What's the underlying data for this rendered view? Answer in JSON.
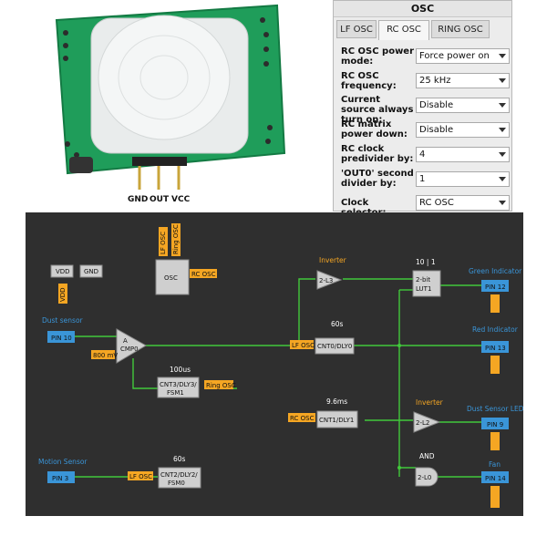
{
  "photo": {
    "pins": [
      "GND",
      "OUT",
      "VCC"
    ]
  },
  "osc_panel": {
    "title": "OSC",
    "tabs": [
      "LF OSC",
      "RC OSC",
      "RING OSC"
    ],
    "active_tab": "RC OSC",
    "properties": [
      {
        "label": "RC OSC power mode:",
        "value": "Force power on"
      },
      {
        "label": "RC OSC frequency:",
        "value": "25 kHz"
      },
      {
        "label": "Current source always turn on:",
        "value": "Disable"
      },
      {
        "label": "RC matrix power down:",
        "value": "Disable"
      },
      {
        "label": "RC clock predivider by:",
        "value": "4"
      },
      {
        "label": "'OUT0' second divider by:",
        "value": "1"
      },
      {
        "label": "Clock selector:",
        "value": "RC OSC"
      }
    ]
  },
  "schematic": {
    "labels": {
      "vdd": "VDD",
      "gnd": "GND",
      "vdd_vert": "VDD",
      "osc": "OSC",
      "lf_osc_vert": "LF OSC",
      "ring_osc_vert": "Ring OSC",
      "rc_osc_right": "RC OSC",
      "inverter_top": "Inverter",
      "lut_top_title": "10 | 1",
      "lut_top": "2-bit LUT1",
      "lut_top_line1": "2-bit",
      "lut_top_line2": "LUT1",
      "inv_top_box": "2-L3",
      "green_indicator": "Green Indicator",
      "pin12": "PIN 12",
      "dust_sensor": "Dust sensor",
      "pin10": "PIN 10",
      "acmp0_a": "A",
      "acmp0": "CMP0",
      "mv": "800 mV",
      "cnt0_title": "60s",
      "cnt0": "CNT0/DLY0",
      "lf_osc_cnt0": "LF OSC",
      "red_indicator": "Red Indicator",
      "pin13": "PIN 13",
      "cnt3_title": "100us",
      "cnt3_line1": "CNT3/DLY3/",
      "cnt3_line2": "FSM1",
      "ring_osc_cnt3": "Ring OSC",
      "cnt1_title": "9.6ms",
      "cnt1": "CNT1/DLY1",
      "rc_osc_cnt1": "RC OSC",
      "inverter_mid": "Inverter",
      "inv_mid_box": "2-L2",
      "dust_led": "Dust Sensor LED",
      "pin9": "PIN 9",
      "and_title": "AND",
      "and_box": "2-L0",
      "motion_sensor": "Motion Sensor",
      "pin3": "PIN 3",
      "cnt2_title": "60s",
      "cnt2_line1": "CNT2/DLY2/",
      "cnt2_line2": "FSM0",
      "lf_osc_cnt2": "LF OSC",
      "fan": "Fan",
      "pin14": "PIN 14"
    },
    "colors": {
      "background": "#2f2f2f",
      "wire": "#41c93b",
      "port": "#f5a623",
      "pin": "#3a95d8",
      "block": "#cfcfcf"
    }
  }
}
